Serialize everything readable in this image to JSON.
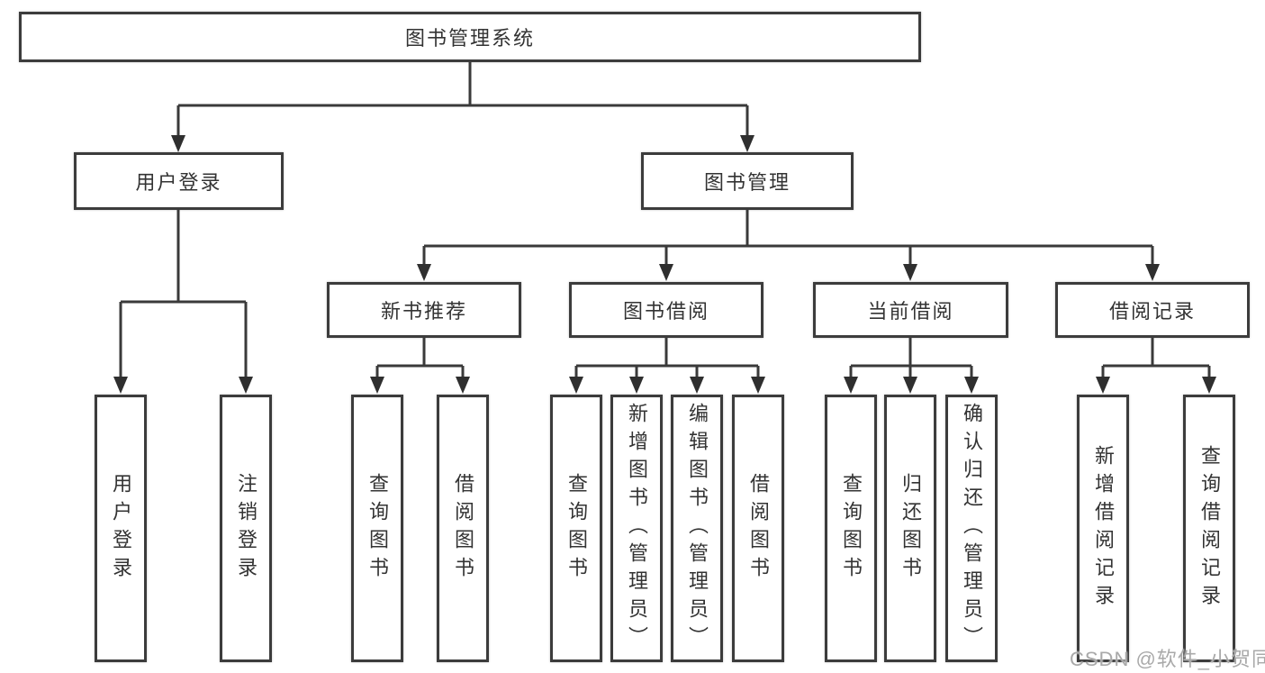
{
  "tree": {
    "root": {
      "label": "图书管理系统"
    },
    "children": [
      {
        "label": "用户登录",
        "children": [
          {
            "label": "用户登录"
          },
          {
            "label": "注销登录"
          }
        ]
      },
      {
        "label": "图书管理",
        "children": [
          {
            "label": "新书推荐",
            "children": [
              {
                "label": "查询图书"
              },
              {
                "label": "借阅图书"
              }
            ]
          },
          {
            "label": "图书借阅",
            "children": [
              {
                "label": "查询图书"
              },
              {
                "label": "新增图书（管理员）"
              },
              {
                "label": "编辑图书（管理员）"
              },
              {
                "label": "借阅图书"
              }
            ]
          },
          {
            "label": "当前借阅",
            "children": [
              {
                "label": "查询图书"
              },
              {
                "label": "归还图书"
              },
              {
                "label": "确认归还（管理员）"
              }
            ]
          },
          {
            "label": "借阅记录",
            "children": [
              {
                "label": "新增借阅记录"
              },
              {
                "label": "查询借阅记录"
              }
            ]
          }
        ]
      }
    ]
  },
  "watermark": {
    "text": "CSDN @软件_小贺同学"
  },
  "colors": {
    "line": "#3a3a3a",
    "border": "#3c3c3c",
    "text": "#333333",
    "background": "#ffffff",
    "watermark": "#a9a9a9"
  }
}
